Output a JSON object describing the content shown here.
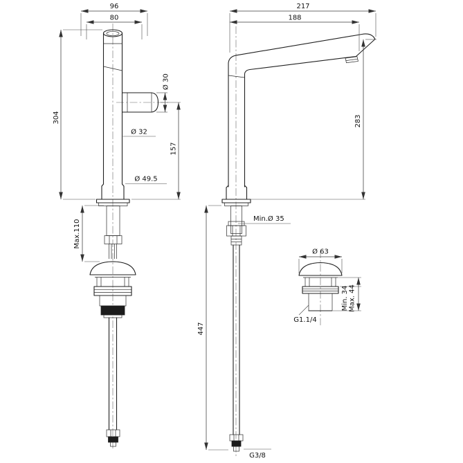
{
  "drawing": {
    "front_view": {
      "top_width": "96",
      "spout_width": "80",
      "total_height": "304",
      "outlet_diameter": "Ø 30",
      "body_diameter": "Ø 32",
      "outlet_height": "157",
      "base_diameter": "Ø 49.5",
      "max_deck_thickness": "Max.110"
    },
    "side_view": {
      "overall_reach": "217",
      "spout_reach": "188",
      "spout_height": "283",
      "min_hole_diameter": "Min.Ø 35",
      "hose_length": "447",
      "hose_thread": "G3/8"
    },
    "waste_detail": {
      "cap_diameter": "Ø 63",
      "min_height": "Min. 34",
      "max_height": "Max. 44",
      "waste_thread": "G1.1/4"
    }
  }
}
